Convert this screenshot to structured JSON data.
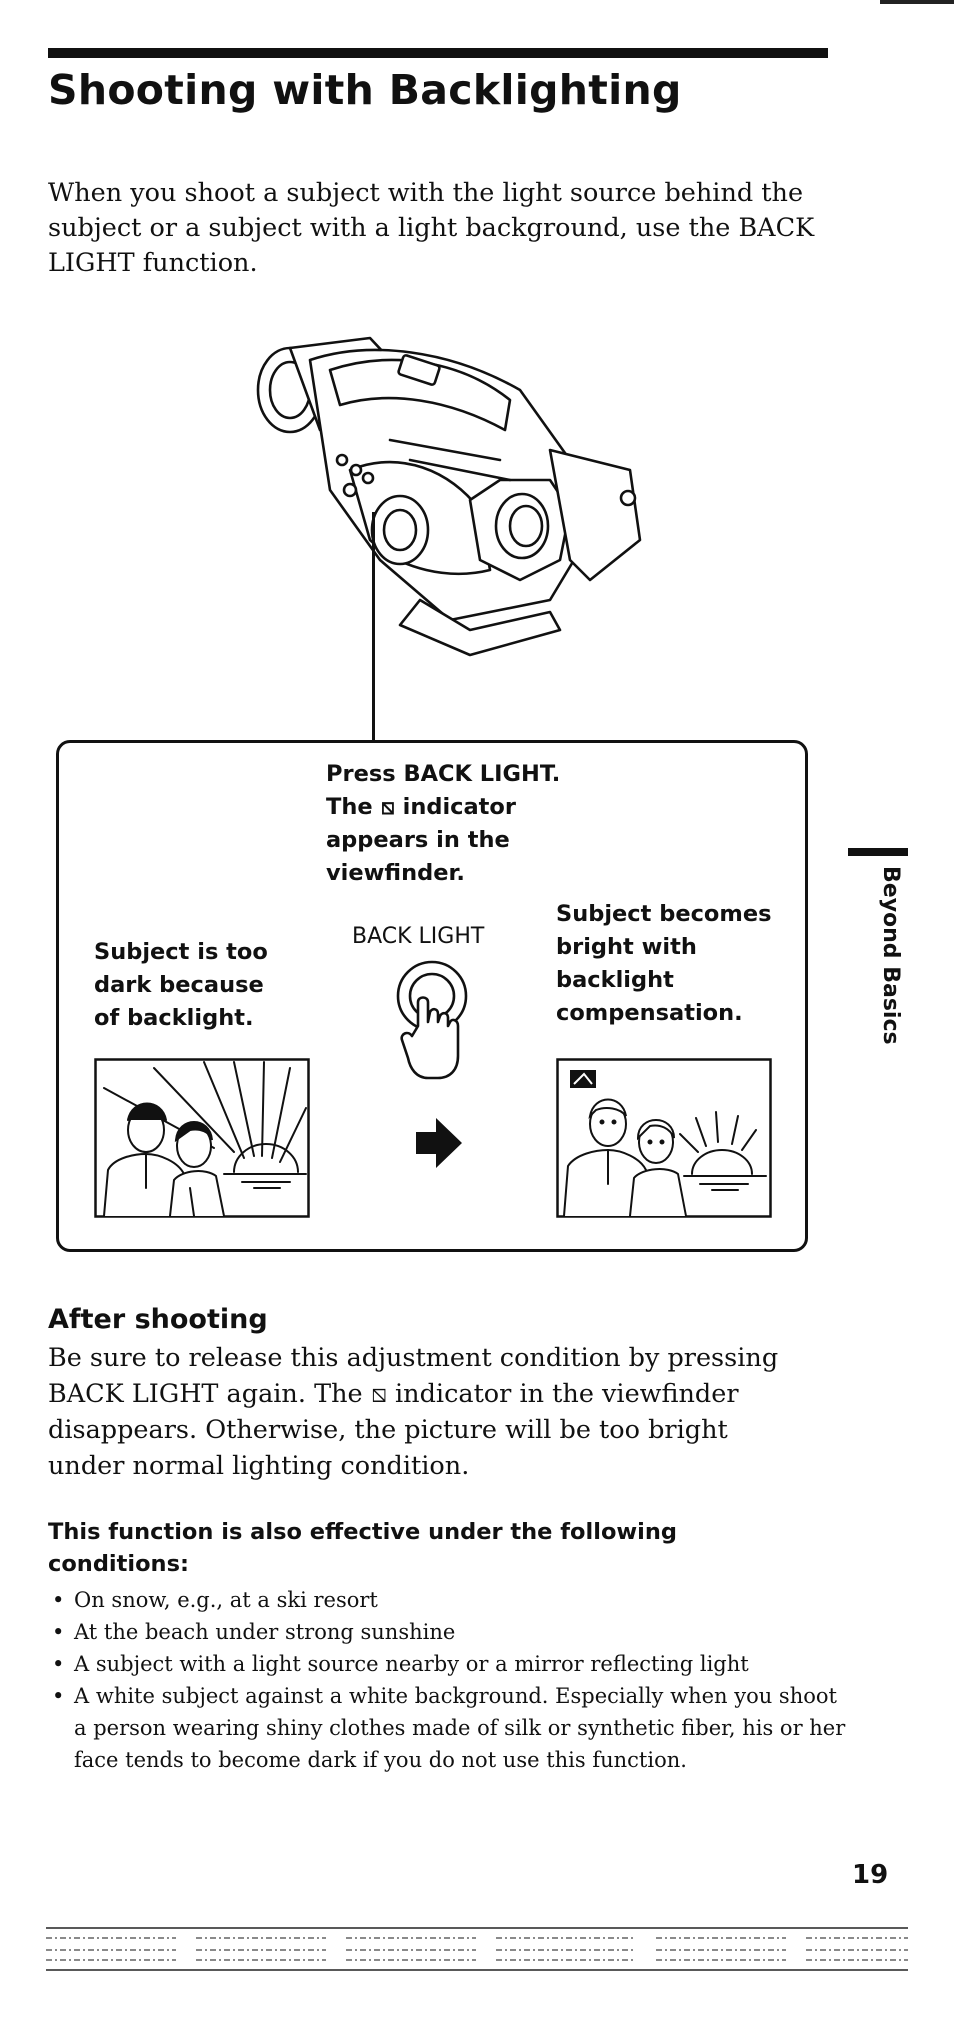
{
  "title": "Shooting with Backlighting",
  "intro": "When you shoot a subject with the light source behind the subject or a subject with a light background, use the BACK LIGHT function.",
  "diagram": {
    "instruction_lines": [
      "Press BACK LIGHT.",
      "The ⧅ indicator",
      "appears in the",
      "viewfinder."
    ],
    "left_caption_lines": [
      "Subject is too",
      "dark because",
      "of backlight."
    ],
    "right_caption_lines": [
      "Subject becomes",
      "bright with",
      "backlight",
      "compensation."
    ],
    "button_label": "BACK LIGHT"
  },
  "side_tab": "Beyond Basics",
  "after_shooting": {
    "heading": "After shooting",
    "lines": [
      "Be sure to release this adjustment condition by pressing",
      "BACK LIGHT again. The ⧅ indicator in the viewfinder",
      "disappears. Otherwise, the picture will be too bright",
      "under normal lighting condition."
    ]
  },
  "effective": {
    "heading_lines": [
      "This function is also effective under the following",
      "conditions:"
    ],
    "items": [
      "On snow, e.g., at a ski resort",
      "At the beach under strong sunshine",
      "A subject with a light source nearby or a mirror reflecting light",
      "A white subject against a white background. Especially when you shoot a person wearing shiny clothes made of silk or synthetic fiber, his or her face tends to become dark if you do not use this function."
    ]
  },
  "page_number": "19"
}
